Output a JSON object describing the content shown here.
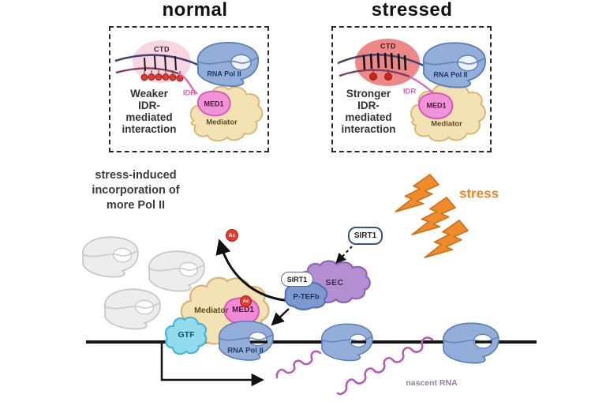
{
  "figure": {
    "type": "molecular-biology-schematic",
    "topic": "Stress-induced SIRT1/MED1 regulation of RNA Pol II transcription"
  },
  "colors": {
    "pol2_blue": "#93aed9",
    "pol2_outline": "#5f7fba",
    "free_pol2_gray": "#ececec",
    "mediator_tan": "#f2e2b4",
    "mediator_outline": "#d8b878",
    "med1_pink": "#f193d9",
    "med1_outline": "#d45cb7",
    "gtf_cyan": "#90dcec",
    "sec_purple": "#b38fd2",
    "ptefb_blue": "#7e99d0",
    "ac_red": "#e8372c",
    "stress_orange": "#ee8b2d",
    "idr_pink": "#e060b0",
    "rna_purple": "#b55cb5",
    "ctd_halo_normal": "#f7d6e1",
    "ctd_halo_stressed": "#ee8888",
    "dna_black": "#141414"
  },
  "panels": [
    {
      "title": "normal",
      "ctd_label": "CTD",
      "pol2_label": "RNA Pol II",
      "idr_label": "IDR",
      "med1_label": "MED1",
      "mediator_label": "Mediator",
      "desc_lines": [
        "Weaker",
        "IDR-",
        "mediated",
        "interaction"
      ]
    },
    {
      "title": "stressed",
      "ctd_label": "CTD",
      "pol2_label": "RNA Pol II",
      "idr_label": "IDR",
      "med1_label": "MED1",
      "mediator_label": "Mediator",
      "desc_lines": [
        "Stronger",
        "IDR-",
        "mediated",
        "interaction"
      ]
    }
  ],
  "annotations": {
    "note_lines": [
      "stress-induced",
      "incorporation of",
      "more Pol II"
    ],
    "stress_label": "stress",
    "nascent_rna_label": "nascent RNA"
  },
  "complexes": {
    "sirt1_free": "SIRT1",
    "sirt1_bound": "SIRT1",
    "sec": "SEC",
    "ptefb": "P-TEFb",
    "mediator": "Mediator",
    "med1": "MED1",
    "gtf": "GTF",
    "pol2": "RNA Pol II",
    "ac_released": "Ac",
    "ac_med1": "Ac"
  }
}
